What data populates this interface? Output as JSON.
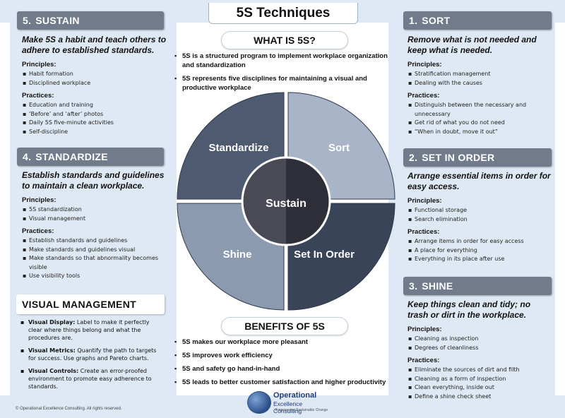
{
  "title": "5S Techniques",
  "what_is": {
    "heading": "WHAT IS 5S?",
    "bullets": [
      "5S is a structured program to implement workplace organization and standardization",
      "5S represents five disciplines for maintaining a visual and productive workplace"
    ]
  },
  "benefits": {
    "heading": "BENEFITS OF 5S",
    "bullets": [
      "5S makes our workplace more pleasant",
      "5S improves work efficiency",
      "5S and safety go hand-in-hand",
      "5S leads to better customer satisfaction and higher productivity"
    ]
  },
  "wheel": {
    "segments": [
      "Standardize",
      "Sort",
      "Shine",
      "Set In Order"
    ],
    "center": "Sustain",
    "colors": {
      "standardize": "#4d5a70",
      "sort": "#a8b4c7",
      "shine": "#8c9ab0",
      "set_in_order": "#3a4459",
      "center": "#2e2e38",
      "center_left": "#4a4a56"
    }
  },
  "sections": {
    "sustain": {
      "number": "5.",
      "title": "SUSTAIN",
      "tagline": "Make 5S a habit and teach others to adhere to established standards.",
      "principles_label": "Principles:",
      "principles": [
        "Habit formation",
        "Disciplined workplace"
      ],
      "practices_label": "Practices:",
      "practices": [
        "Education and training",
        "‘Before’ and ‘after’ photos",
        "Daily 5S five-minute activities",
        "Self-discipline"
      ]
    },
    "standardize": {
      "number": "4.",
      "title": "STANDARDIZE",
      "tagline": "Establish standards and guidelines to maintain a clean workplace.",
      "principles_label": "Principles:",
      "principles": [
        "5S standardization",
        "Visual management"
      ],
      "practices_label": "Practices:",
      "practices": [
        "Establish standards and guidelines",
        "Make standards and guidelines visual",
        "Make standards so that abnormality becomes visible",
        "Use visibility tools"
      ]
    },
    "sort": {
      "number": "1.",
      "title": "SORT",
      "tagline": "Remove what is not needed and keep what is needed.",
      "principles_label": "Principles:",
      "principles": [
        "Stratification management",
        "Dealing with the causes"
      ],
      "practices_label": "Practices:",
      "practices": [
        "Distinguish between the necessary and unnecessary",
        "Get rid of what you do not need",
        "“When in doubt, move it out”"
      ]
    },
    "set_in_order": {
      "number": "2.",
      "title": "SET IN ORDER",
      "tagline": "Arrange essential items in order for easy access.",
      "principles_label": "Principles:",
      "principles": [
        "Functional storage",
        "Search elimination"
      ],
      "practices_label": "Practices:",
      "practices": [
        "Arrange items in order for easy access",
        "A place for everything",
        "Everything in its place after use"
      ]
    },
    "shine": {
      "number": "3.",
      "title": "SHINE",
      "tagline": "Keep things clean and tidy; no trash or dirt in the workplace.",
      "principles_label": "Principles:",
      "principles": [
        "Cleaning as inspection",
        "Degrees of cleanliness"
      ],
      "practices_label": "Practices:",
      "practices": [
        "Eliminate the sources of dirt and filth",
        "Cleaning as a form of inspection",
        "Clean everything, inside out",
        "Define a shine check sheet"
      ]
    }
  },
  "visual_management": {
    "heading": "VISUAL MANAGEMENT",
    "items": [
      {
        "term": "Visual Display:",
        "text": " Label to make it perfectly clear where things belong and what the procedures are."
      },
      {
        "term": "Visual Metrics:",
        "text": " Quantify the path to targets for success. Use graphs and Pareto charts."
      },
      {
        "term": "Visual Controls:",
        "text": " Create an error-proofed environment to promote easy adherence to standards."
      }
    ]
  },
  "footer": {
    "copyright": "© Operational Excellence Consulting. All rights reserved.",
    "logo_line1": "Operational",
    "logo_line2": "Excellence Consulting",
    "logo_tagline": "Empowering Sustainable Change"
  }
}
